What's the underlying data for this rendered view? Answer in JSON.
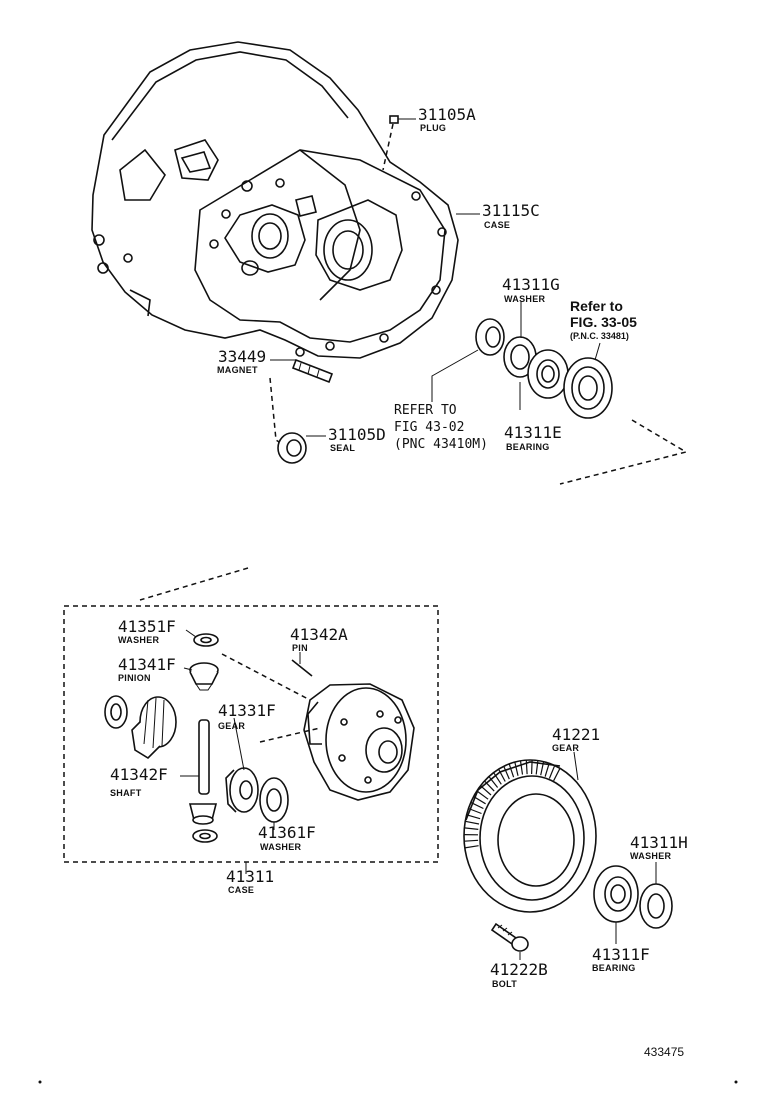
{
  "callouts": [
    {
      "id": "plug",
      "number": "31105A",
      "name": "PLUG"
    },
    {
      "id": "case-top",
      "number": "31115C",
      "name": "CASE"
    },
    {
      "id": "washer-g",
      "number": "41311G",
      "name": "WASHER"
    },
    {
      "id": "magnet",
      "number": "33449",
      "name": "MAGNET"
    },
    {
      "id": "bearing-e",
      "number": "41311E",
      "name": "BEARING"
    },
    {
      "id": "seal",
      "number": "31105D",
      "name": "SEAL"
    },
    {
      "id": "washer-351",
      "number": "41351F",
      "name": "WASHER"
    },
    {
      "id": "pin",
      "number": "41342A",
      "name": "PIN"
    },
    {
      "id": "pinion",
      "number": "41341F",
      "name": "PINION"
    },
    {
      "id": "gear-331",
      "number": "41331F",
      "name": "GEAR"
    },
    {
      "id": "shaft",
      "number": "41342F",
      "name": "SHAFT"
    },
    {
      "id": "washer-361",
      "number": "41361F",
      "name": "WASHER"
    },
    {
      "id": "case-diff",
      "number": "41311",
      "name": "CASE"
    },
    {
      "id": "ring-gear",
      "number": "41221",
      "name": "GEAR"
    },
    {
      "id": "washer-h",
      "number": "41311H",
      "name": "WASHER"
    },
    {
      "id": "bolt",
      "number": "41222B",
      "name": "BOLT"
    },
    {
      "id": "bearing-f",
      "number": "41311F",
      "name": "BEARING"
    }
  ],
  "references": {
    "fig3305": {
      "line1": "Refer to",
      "line2": "FIG. 33-05",
      "line3": "(P.N.C. 33481)"
    },
    "fig4302": {
      "line1": "REFER TO",
      "line2": "FIG 43-02",
      "line3": "(PNC 43410M)"
    }
  },
  "figure_number": "433475"
}
